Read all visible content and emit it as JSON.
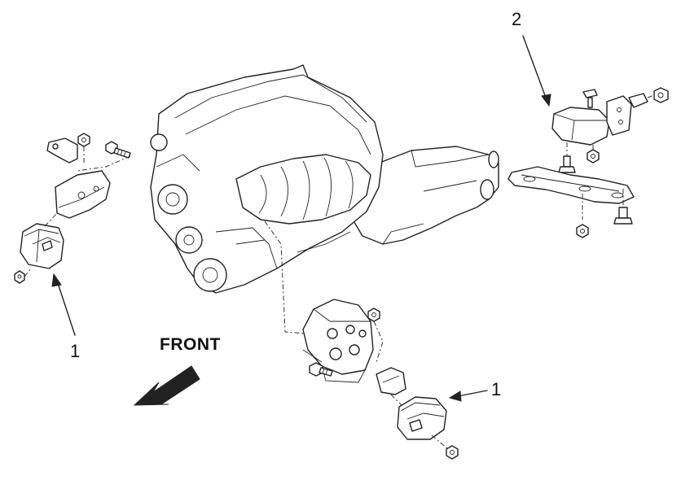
{
  "callouts": {
    "left_mount": "1",
    "rear_mount": "2",
    "right_mount": "1"
  },
  "front_label": "FRONT",
  "colors": {
    "line": "#222222",
    "background": "#ffffff",
    "arrow": "#222222"
  }
}
